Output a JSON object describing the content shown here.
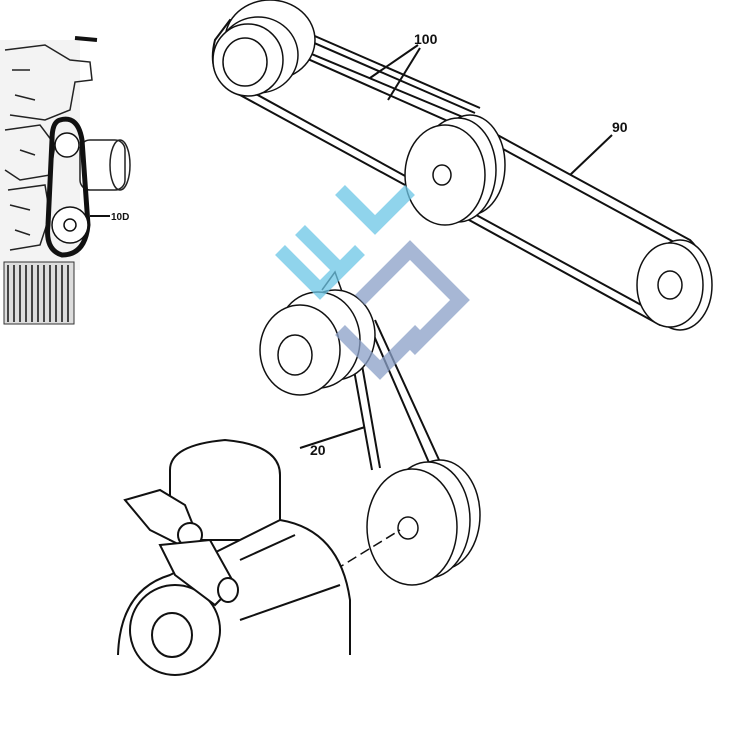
{
  "diagram": {
    "labels": {
      "belt_100": "100",
      "belt_90": "90",
      "belt_20": "20",
      "belt_10d": "10D"
    },
    "watermark_colors": [
      "#6cc6e6",
      "#8aa0c8"
    ]
  }
}
